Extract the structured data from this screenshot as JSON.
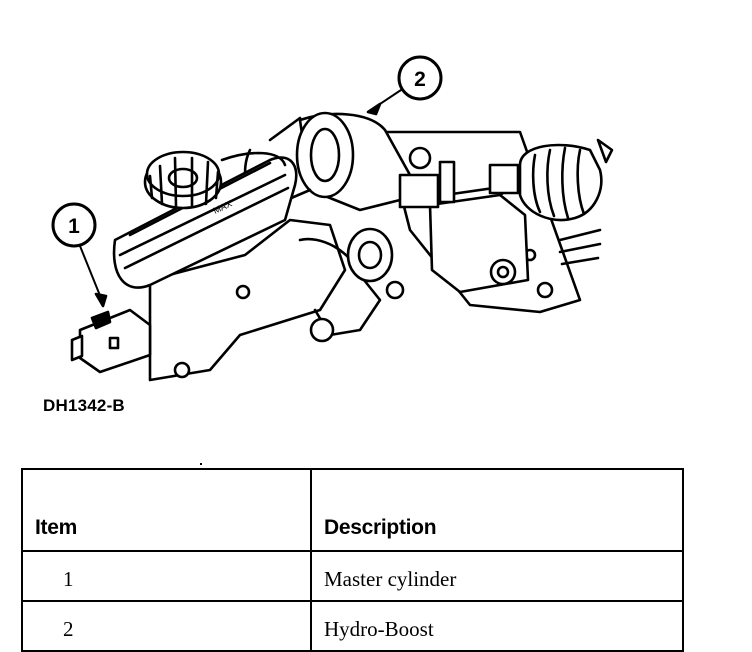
{
  "figure": {
    "code": "DH1342-B",
    "callouts": [
      "1",
      "2"
    ],
    "cap_marking": "MAX"
  },
  "table": {
    "headers": {
      "item": "Item",
      "description": "Description"
    },
    "rows": [
      {
        "item": "1",
        "description": "Master cylinder"
      },
      {
        "item": "2",
        "description": "Hydro-Boost"
      }
    ]
  }
}
